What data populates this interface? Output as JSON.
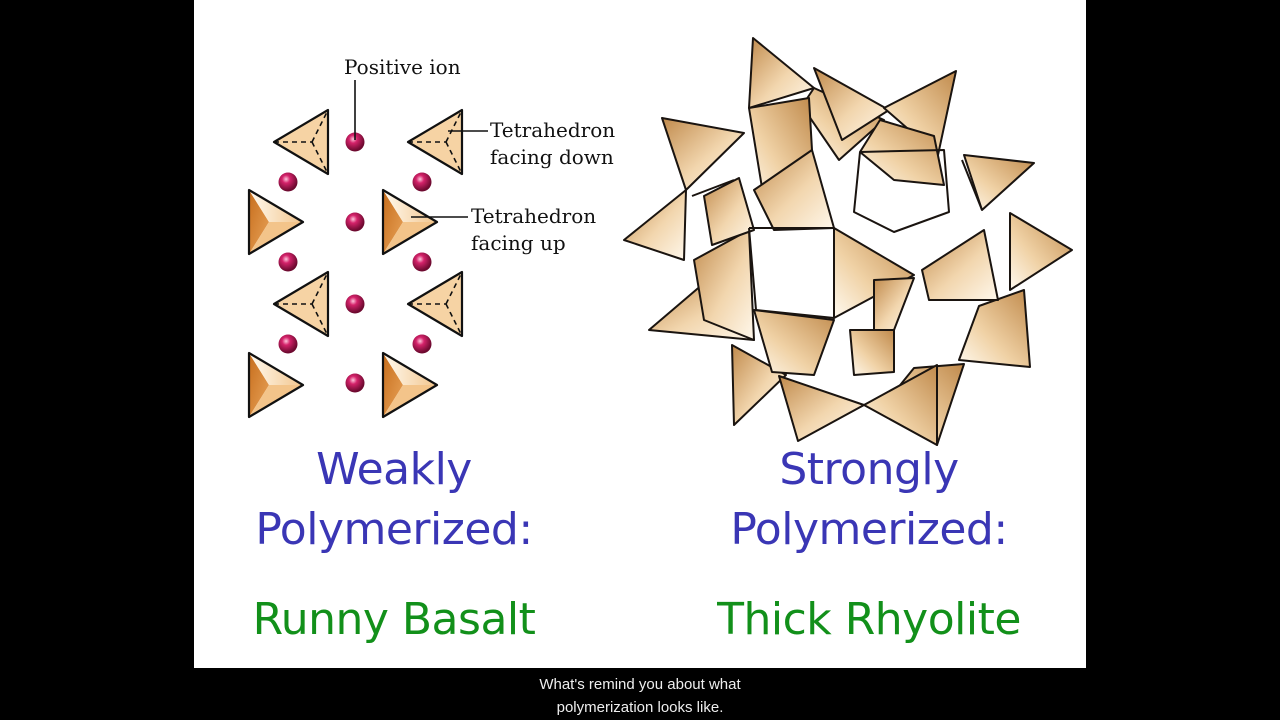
{
  "slide": {
    "diagram_labels": {
      "positive_ion": "Positive ion",
      "tetra_down_line1": "Tetrahedron",
      "tetra_down_line2": "facing down",
      "tetra_up_line1": "Tetrahedron",
      "tetra_up_line2": "facing up"
    },
    "left": {
      "heading_line1": "Weakly",
      "heading_line2": "Polymerized:",
      "subheading": "Runny Basalt"
    },
    "right": {
      "heading_line1": "Strongly",
      "heading_line2": "Polymerized:",
      "subheading": "Thick Rhyolite"
    },
    "colors": {
      "heading": "#3a36b5",
      "subheading": "#12901a",
      "tetra_fill": "#f6d3a4",
      "ion": "#b0134f"
    }
  },
  "caption": {
    "line1": "What's remind you about what",
    "line2": "polymerization looks like."
  }
}
